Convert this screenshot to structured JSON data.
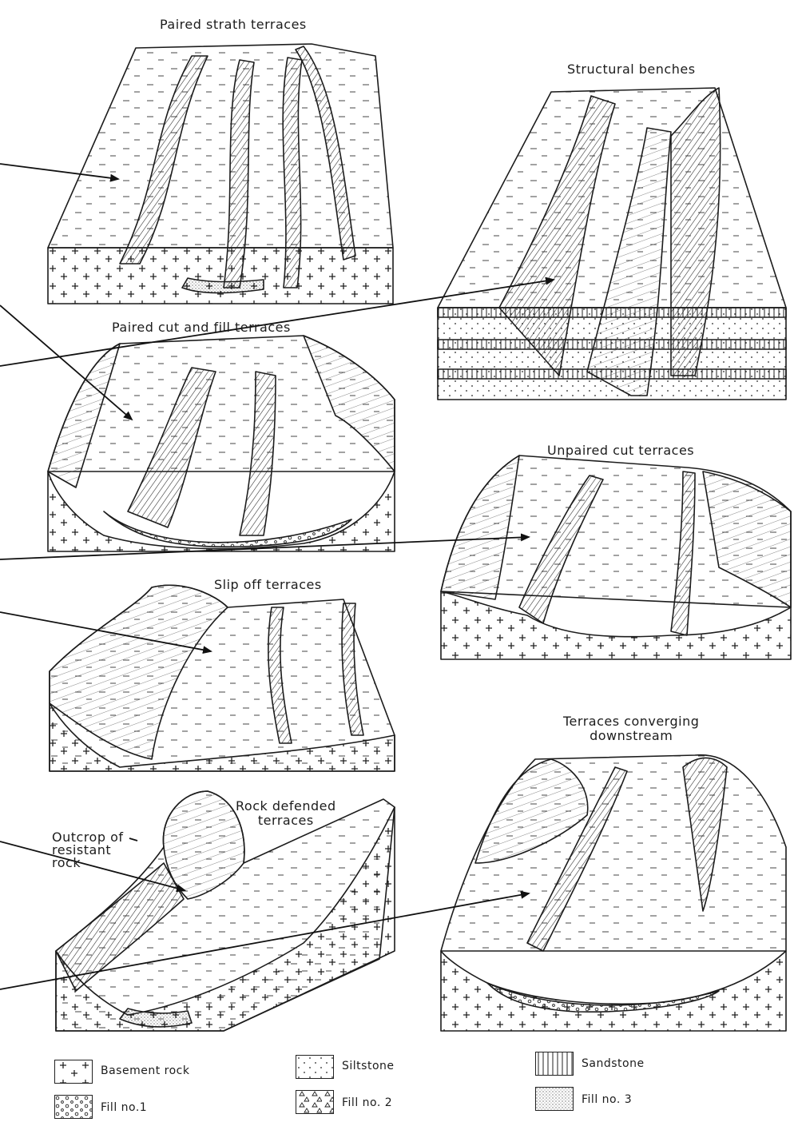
{
  "titles": {
    "paired_strath": "Paired strath terraces",
    "structural_benches": "Structural benches",
    "paired_cut_fill": "Paired cut and fill terraces",
    "unpaired_cut": "Unpaired cut terraces",
    "slip_off": "Slip off terraces",
    "converging": "Terraces converging\ndownstream",
    "rock_defended": "Rock defended\nterraces",
    "outcrop": "Outcrop of\nresistant\nrock"
  },
  "legend": [
    {
      "pattern": "basement",
      "label": "Basement rock"
    },
    {
      "pattern": "siltstone",
      "label": "Siltstone"
    },
    {
      "pattern": "sandstone",
      "label": "Sandstone"
    },
    {
      "pattern": "fill1",
      "label": "Fill no.1"
    },
    {
      "pattern": "fill2",
      "label": "Fill  no. 2"
    },
    {
      "pattern": "fill3",
      "label": "Fill  no. 3"
    }
  ],
  "colors": {
    "ink": "#1c1c1c",
    "paper": "#ffffff"
  }
}
